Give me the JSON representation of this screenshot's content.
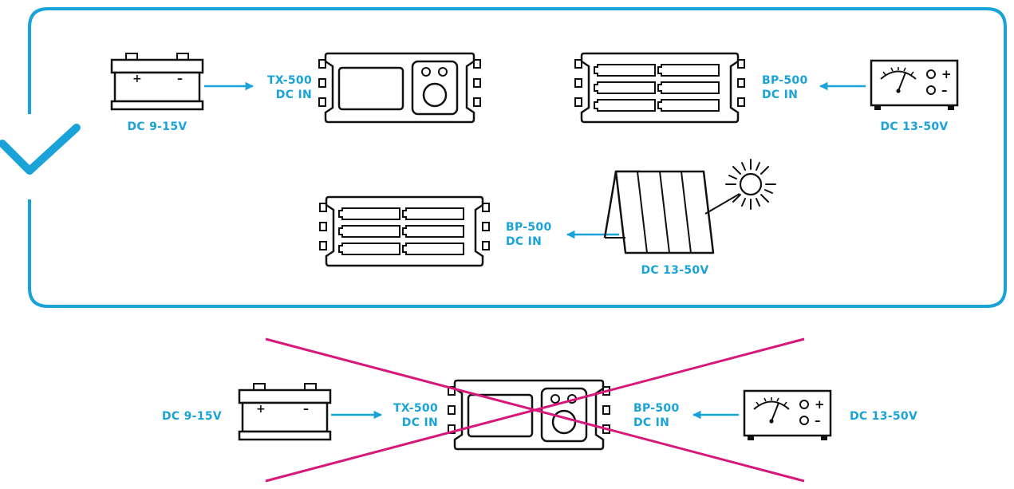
{
  "colors": {
    "accent": "#1aa3d9",
    "line": "#111111",
    "cross": "#d6187a"
  },
  "icons": {
    "valid": "checkmark-icon",
    "invalid": "cross-icon",
    "battery": "car-battery-icon",
    "transmitter": "tx-500-unit-icon",
    "battery_pack": "bp-500-battery-pack-icon",
    "power_supply": "bench-power-supply-icon",
    "solar": "solar-panel-icon",
    "sun": "sun-icon"
  },
  "battery_terminals": {
    "plus": "+",
    "minus": "–"
  },
  "psu_terminals": {
    "plus": "+",
    "minus": "–"
  },
  "valid": {
    "battery_label": "DC 9-15V",
    "tx_in_line1": "TX-500",
    "tx_in_line2": "DC IN",
    "bp_in_line1": "BP-500",
    "bp_in_line2": "DC IN",
    "psu_label": "DC 13-50V",
    "solar_bp_line1": "BP-500",
    "solar_bp_line2": "DC IN",
    "solar_label": "DC 13-50V"
  },
  "invalid": {
    "battery_label": "DC 9-15V",
    "tx_in_line1": "TX-500",
    "tx_in_line2": "DC IN",
    "bp_in_line1": "BP-500",
    "bp_in_line2": "DC IN",
    "psu_label": "DC 13-50V"
  }
}
